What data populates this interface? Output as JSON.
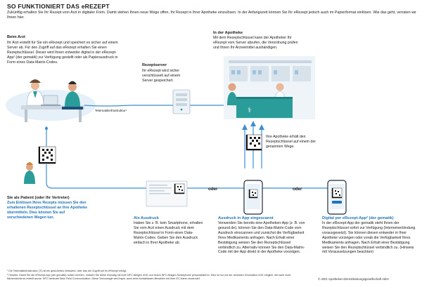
{
  "title": "SO FUNKTIONIERT DAS eREZEPT",
  "intro": "Zukünftig erhalten Sie Ihr Rezept vom Arzt in digitaler Form. Damit stehen Ihnen neue Wege offen, Ihr Rezept in Ihrer Apotheke einzulösen. In der Anfangszeit können Sie Ihr eRezept jedoch auch im Papierformat einlösen. Wie das geht, verraten wir Ihnen hier.",
  "arzt": {
    "heading": "Beim Arzt",
    "text": "Ihr Arzt erstellt für Sie ein eRezept und speichert es sicher auf einem Server ab. Für den Zugriff auf das eRezept erhalten Sie einen Rezeptschlüssel. Dieser wird Ihnen entweder digital in der eRezept-App² (der gematik) zur Verfügung gestellt oder als Papierausdruck in Form eines Data-Matrix-Codes."
  },
  "server": {
    "heading": "Rezeptserver",
    "text": "Ihr eRezept wird sicher verschlüsselt auf einem Server gespeichert."
  },
  "ti_label": "Telematikinfrastruktur¹",
  "apotheke": {
    "heading": "In der Apotheke",
    "text": "Mit dem Rezeptschlüssel kann der Apotheker Ihr eRezept vom Server abrufen, die Verordnung prüfen und Ihnen Ihr Arzneimittel aushändigen."
  },
  "schluessel_text": "Ihre Apotheke erhält den Rezeptschlüssel auf einem der genannten Wege.",
  "patient": {
    "heading": "Sie als Patient (oder Ihr Vertreter)",
    "text": "Zum Einlösen Ihres Rezepts müssen Sie den erhaltenen Rezeptschlüssel an Ihre Apotheke übermitteln. Dies können Sie auf verschiedenen Wegen tun."
  },
  "ausdruck": {
    "heading": "Als Ausdruck",
    "text": "Haben Sie z. B. kein Smartphone, erhalten Sie vom Arzt einen Ausdruck mit dem Rezeptschlüssel in Form eines Data-Matrix-Codes. Geben Sie den Ausdruck einfach in Ihrer Apotheke ab."
  },
  "app": {
    "heading": "Ausdruck in App eingescannt",
    "text": "Verwenden Sie bereits eine Apotheken-App (z. B. von gesund.de), können Sie den Data-Matrix-Code vom Ausdruck einscannen und zunächst die Verfügbarkeit Ihres Medikaments anfragen. Nach Erhalt einer Bestätigung weisen Sie den Rezeptschlüssel verbindlich zu. Alternativ können Sie den Data-Matrix-Code mit der App direkt in der Apotheke vorzeigen."
  },
  "digital": {
    "heading": "Digital per eRezept-App² (der gematik)",
    "text": "In der eRezept-App der gematik steht Ihnen der Rezeptschlüssel sofort zur Verfügung (Internetverbindung vorausgesetzt). Sie können diesen entweder in Ihrer Apotheke vorzeigen oder vorab die Verfügbarkeit Ihres Medikaments anfragen. Nach Erhalt einer Bestätigung weisen Sie den Rezeptschlüssel verbindlich zu. (Hinweis mit Voraussetzungen beachten)"
  },
  "oder": "oder",
  "footnote1": "¹ Die Telematikinfrastruktur (TI) ist ein gesichertes Netzwerk, über das der Zugriff auf Ihr eRezept erfolgt.",
  "footnote2": "² Hinweis: Damit Sie die eRezept-App (der gematik) nutzen können, müssen Sie diese einmalig mit Ihrer NFC-fähigen eGK und einem NFC-fähigen Smartphone personalisieren. Dies ist nur mit der neuesten Generation eGK möglich, die nach nicht flächendeckend verteilt wurde. NFC bedeutet Near Field Communication. Diese Technologie wird bspw. auch beim kontaktlosen Bezahlen mit Ihrer EC-Karte verwendet.",
  "copyright": "© ADG Apotheken-Dienstleistungsgesellschaft mbH",
  "colors": {
    "accent": "#1f73b7",
    "line": "#3b8fd6",
    "teal": "#2a9d9a"
  }
}
